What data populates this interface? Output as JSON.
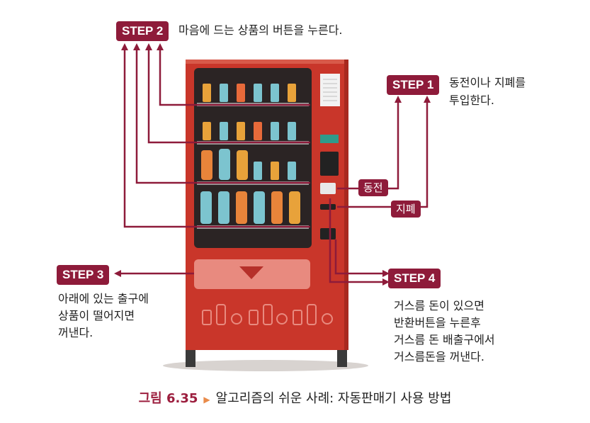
{
  "step2": {
    "label": "STEP 2",
    "text": "마음에 드는 상품의 버튼을 누른다."
  },
  "step1": {
    "label": "STEP 1",
    "line1": "동전이나 지폐를",
    "line2": "투입한다."
  },
  "step3": {
    "label": "STEP 3",
    "line1": "아래에 있는 출구에",
    "line2": "상품이 떨어지면",
    "line3": "꺼낸다."
  },
  "step4": {
    "label": "STEP 4",
    "line1": "거스름 돈이 있으면",
    "line2": "반환버튼을 누른후",
    "line3": "거스름 돈 배출구에서",
    "line4": "거스름돈을 꺼낸다."
  },
  "tags": {
    "coin": "동전",
    "bill": "지폐"
  },
  "caption": {
    "number": "그림 6.35",
    "text": "알고리즘의 쉬운 사례: 자동판매기 사용 방법"
  },
  "colors": {
    "accent": "#8e1b3a",
    "machine": "#c9362a",
    "machine_dark": "#a8291f",
    "glass": "#2b2424"
  }
}
